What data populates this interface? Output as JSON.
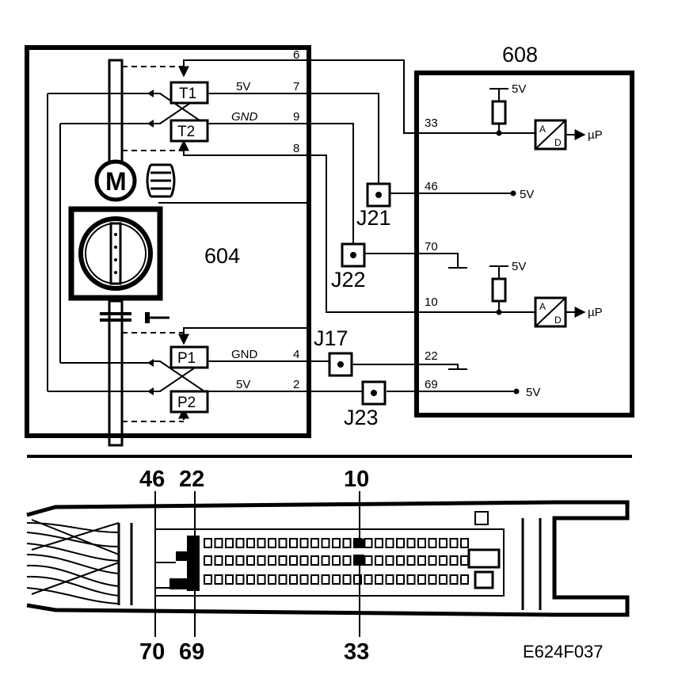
{
  "boxes": {
    "box604": "604",
    "box608": "608"
  },
  "components": {
    "motor": "M",
    "t1": "T1",
    "t2": "T2",
    "p1": "P1",
    "p2": "P2"
  },
  "junctions": {
    "j21": "J21",
    "j22": "J22",
    "j17": "J17",
    "j23": "J23"
  },
  "wires604": {
    "w6": "6",
    "w7": "7",
    "w9": "9",
    "w8": "8",
    "w4": "4",
    "w2": "2"
  },
  "wires608": {
    "w33": "33",
    "w46": "46",
    "w70": "70",
    "w10": "10",
    "w22": "22",
    "w69": "69"
  },
  "supply": {
    "five_v": "5V",
    "gnd": "GND"
  },
  "adc": {
    "a": "A",
    "d": "D",
    "up": "µP"
  },
  "connector_pins": {
    "p46": "46",
    "p22": "22",
    "p10": "10",
    "p70": "70",
    "p69": "69",
    "p33": "33"
  },
  "figure_code": "E624F037"
}
